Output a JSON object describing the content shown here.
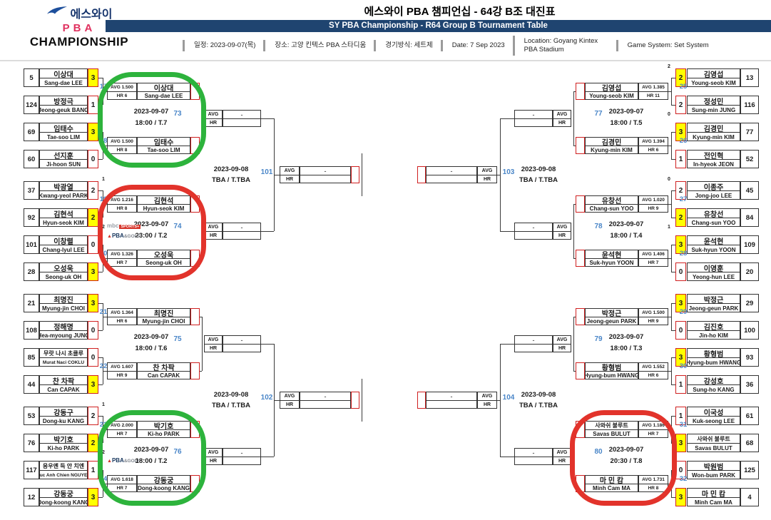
{
  "header": {
    "logo": {
      "line1": "에스와이",
      "line2": "PBA",
      "line3": "CHAMPIONSHIP"
    },
    "title_ko": "에스와이 PBA 챔피언십 - 64강 B조 대진표",
    "subtitle_en": "SY PBA Championship - R64 Group B Tournament Table",
    "info": [
      "일정: 2023-09-07(목)",
      "장소: 고양 킨텍스 PBA 스타디움",
      "경기방식: 세트제",
      "Date: 7 Sep 2023",
      "Location: Goyang Kintex PBA Stadium",
      "Game System: Set System"
    ]
  },
  "labels": {
    "avg": "AVG",
    "hr": "HR",
    "empty_value": "-"
  },
  "logos": {
    "mbc": {
      "text": "mbc",
      "badge": "SPORTS+"
    },
    "pba": {
      "tri": "▲",
      "text": "PBA",
      "suffix": "&GOLF"
    }
  },
  "colors": {
    "navy_bar": "#1f4470",
    "match_number_blue": "#4a86c8",
    "winner_yellow": "#ffff00",
    "score_border_red": "#cf2020",
    "annotation_green": "#2db33c",
    "annotation_red": "#e2332b"
  },
  "bracket": {
    "left": {
      "match_nos": [
        "17",
        "18",
        "19",
        "20",
        "21",
        "22",
        "23",
        "24"
      ],
      "round1": [
        {
          "seed": "5",
          "ko": "이상대",
          "en": "Sang-dae LEE",
          "score": "3",
          "win": true,
          "tb": null
        },
        {
          "seed": "124",
          "ko": "방정극",
          "en": "Jeong-geuk BANG",
          "score": "1",
          "win": false,
          "tb": null
        },
        {
          "seed": "69",
          "ko": "임태수",
          "en": "Tae-soo LIM",
          "score": "3",
          "win": true,
          "tb": null
        },
        {
          "seed": "60",
          "ko": "선지훈",
          "en": "Ji-hoon SUN",
          "score": "0",
          "win": false,
          "tb": null
        },
        {
          "seed": "37",
          "ko": "박광열",
          "en": "Kwang-yeol PARK",
          "score": "2",
          "win": false,
          "tb": "1"
        },
        {
          "seed": "92",
          "ko": "김현석",
          "en": "Hyun-seok KIM",
          "score": "2",
          "win": true,
          "tb": "2"
        },
        {
          "seed": "101",
          "ko": "이창렬",
          "en": "Chang-lyul LEE",
          "score": "0",
          "win": false,
          "tb": null
        },
        {
          "seed": "28",
          "ko": "오성욱",
          "en": "Seong-uk OH",
          "score": "3",
          "win": true,
          "tb": null
        },
        {
          "seed": "21",
          "ko": "최명진",
          "en": "Myung-jin CHOI",
          "score": "3",
          "win": true,
          "tb": null
        },
        {
          "seed": "108",
          "ko": "정해명",
          "en": "Hea-myoung JUNG",
          "score": "0",
          "win": false,
          "tb": null
        },
        {
          "seed": "85",
          "ko": "무랏 나시 초클루",
          "en": "Murat Naci COKLU",
          "score": "0",
          "win": false,
          "tb": null
        },
        {
          "seed": "44",
          "ko": "찬 차팍",
          "en": "Can CAPAK",
          "score": "3",
          "win": true,
          "tb": null
        },
        {
          "seed": "53",
          "ko": "강동구",
          "en": "Dong-ku KANG",
          "score": "2",
          "win": false,
          "tb": "1"
        },
        {
          "seed": "76",
          "ko": "박기호",
          "en": "Ki-ho PARK",
          "score": "2",
          "win": true,
          "tb": "2"
        },
        {
          "seed": "117",
          "ko": "응우옌 득 안 치엔",
          "en": "Duc Anh Chien NGUYEN",
          "score": "1",
          "win": false,
          "tb": null
        },
        {
          "seed": "12",
          "ko": "강동궁",
          "en": "Dong-koong KANG",
          "score": "3",
          "win": true,
          "tb": null
        }
      ],
      "r32": [
        {
          "no": "73",
          "date": "2023-09-07",
          "time": "18:00 / T.7",
          "sponsors": [],
          "ann": "green",
          "top": {
            "avg": "AVG 1.500",
            "hr": "HR 6",
            "ko": "이상대",
            "en": "Sang-dae LEE"
          },
          "bottom": {
            "avg": "AVG 1.500",
            "hr": "HR 8",
            "ko": "임태수",
            "en": "Tae-soo LIM"
          }
        },
        {
          "no": "74",
          "date": "2023-09-07",
          "time": "23:00 / T.2",
          "sponsors": [
            "mbc",
            "pba"
          ],
          "ann": "red",
          "top": {
            "avg": "AVG 1.216",
            "hr": "HR 8",
            "ko": "김현석",
            "en": "Hyun-seok KIM"
          },
          "bottom": {
            "avg": "AVG 1.326",
            "hr": "HR 7",
            "ko": "오성욱",
            "en": "Seong-uk OH"
          }
        },
        {
          "no": "75",
          "date": "2023-09-07",
          "time": "18:00 / T.6",
          "sponsors": [],
          "ann": null,
          "top": {
            "avg": "AVG 1.364",
            "hr": "HR 6",
            "ko": "최명진",
            "en": "Myung-jin CHOI"
          },
          "bottom": {
            "avg": "AVG 1.607",
            "hr": "HR 9",
            "ko": "찬 차팍",
            "en": "Can CAPAK"
          }
        },
        {
          "no": "76",
          "date": "2023-09-07",
          "time": "18:00 / T.2",
          "sponsors": [
            "pba"
          ],
          "ann": "green",
          "top": {
            "avg": "AVG 2.000",
            "hr": "HR 7",
            "ko": "박기호",
            "en": "Ki-ho PARK"
          },
          "bottom": {
            "avg": "AVG 1.618",
            "hr": "HR 7",
            "ko": "강동궁",
            "en": "Dong-koong KANG"
          }
        }
      ],
      "r16": [
        {
          "no": "101",
          "date": "2023-09-08",
          "time": "TBA / T.TBA"
        },
        {
          "no": "102",
          "date": "2023-09-08",
          "time": "TBA / T.TBA"
        }
      ]
    },
    "right": {
      "match_nos": [
        "25",
        "26",
        "27",
        "28",
        "29",
        "30",
        "31",
        "32"
      ],
      "round1": [
        {
          "seed": "13",
          "ko": "김영섭",
          "en": "Young-seob KIM",
          "score": "2",
          "win": true,
          "tb": "2"
        },
        {
          "seed": "116",
          "ko": "정성민",
          "en": "Sung-min JUNG",
          "score": "2",
          "win": false,
          "tb": "0"
        },
        {
          "seed": "77",
          "ko": "김경민",
          "en": "Kyung-min KIM",
          "score": "3",
          "win": true,
          "tb": null
        },
        {
          "seed": "52",
          "ko": "전인혁",
          "en": "In-hyeok JEON",
          "score": "1",
          "win": false,
          "tb": null
        },
        {
          "seed": "45",
          "ko": "이종주",
          "en": "Jong-joo LEE",
          "score": "2",
          "win": false,
          "tb": "0"
        },
        {
          "seed": "84",
          "ko": "유창선",
          "en": "Chang-sun YOO",
          "score": "2",
          "win": true,
          "tb": "1"
        },
        {
          "seed": "109",
          "ko": "윤석현",
          "en": "Suk-hyun YOON",
          "score": "3",
          "win": true,
          "tb": null
        },
        {
          "seed": "20",
          "ko": "이영훈",
          "en": "Yeong-hun LEE",
          "score": "0",
          "win": false,
          "tb": null
        },
        {
          "seed": "29",
          "ko": "박정근",
          "en": "Jeong-geun PARK",
          "score": "3",
          "win": true,
          "tb": null
        },
        {
          "seed": "100",
          "ko": "김진호",
          "en": "Jin-ho KIM",
          "score": "0",
          "win": false,
          "tb": null
        },
        {
          "seed": "93",
          "ko": "황형범",
          "en": "Hyung-bum HWANG",
          "score": "3",
          "win": true,
          "tb": null
        },
        {
          "seed": "36",
          "ko": "강성호",
          "en": "Sung-ho KANG",
          "score": "1",
          "win": false,
          "tb": null
        },
        {
          "seed": "61",
          "ko": "이국성",
          "en": "Kuk-seong LEE",
          "score": "1",
          "win": false,
          "tb": null
        },
        {
          "seed": "68",
          "ko": "사와쉬 불루트",
          "en": "Savas BULUT",
          "score": "3",
          "win": true,
          "tb": null
        },
        {
          "seed": "125",
          "ko": "박원범",
          "en": "Won-bum PARK",
          "score": "0",
          "win": false,
          "tb": null
        },
        {
          "seed": "4",
          "ko": "마 민 캄",
          "en": "Minh Cam MA",
          "score": "3",
          "win": true,
          "tb": null
        }
      ],
      "r32": [
        {
          "no": "77",
          "date": "2023-09-07",
          "time": "18:00 / T.5",
          "sponsors": [],
          "ann": null,
          "top": {
            "avg": "AVG 1.385",
            "hr": "HR 11",
            "ko": "김영섭",
            "en": "Young-seob KIM"
          },
          "bottom": {
            "avg": "AVG 1.394",
            "hr": "HR 6",
            "ko": "김경민",
            "en": "Kyung-min KIM"
          }
        },
        {
          "no": "78",
          "date": "2023-09-07",
          "time": "18:00 / T.4",
          "sponsors": [],
          "ann": null,
          "top": {
            "avg": "AVG 1.020",
            "hr": "HR 9",
            "ko": "유창선",
            "en": "Chang-sun YOO"
          },
          "bottom": {
            "avg": "AVG 1.406",
            "hr": "HR 7",
            "ko": "윤석현",
            "en": "Suk-hyun YOON"
          }
        },
        {
          "no": "79",
          "date": "2023-09-07",
          "time": "18:00 / T.3",
          "sponsors": [],
          "ann": null,
          "top": {
            "avg": "AVG 1.500",
            "hr": "HR 9",
            "ko": "박정근",
            "en": "Jeong-geun PARK"
          },
          "bottom": {
            "avg": "AVG 1.552",
            "hr": "HR 6",
            "ko": "황형범",
            "en": "Hyung-bum HWANG"
          }
        },
        {
          "no": "80",
          "date": "2023-09-07",
          "time": "20:30 / T.8",
          "sponsors": [],
          "ann": "red",
          "top": {
            "avg": "AVG 1.186",
            "hr": "HR 7",
            "ko": "사와쉬 불루트",
            "en": "Savas BULUT"
          },
          "bottom": {
            "avg": "AVG 1.731",
            "hr": "HR 8",
            "ko": "마 민 캄",
            "en": "Minh Cam MA"
          }
        }
      ],
      "r16": [
        {
          "no": "103",
          "date": "2023-09-08",
          "time": "TBA / T.TBA"
        },
        {
          "no": "104",
          "date": "2023-09-08",
          "time": "TBA / T.TBA"
        }
      ]
    }
  }
}
